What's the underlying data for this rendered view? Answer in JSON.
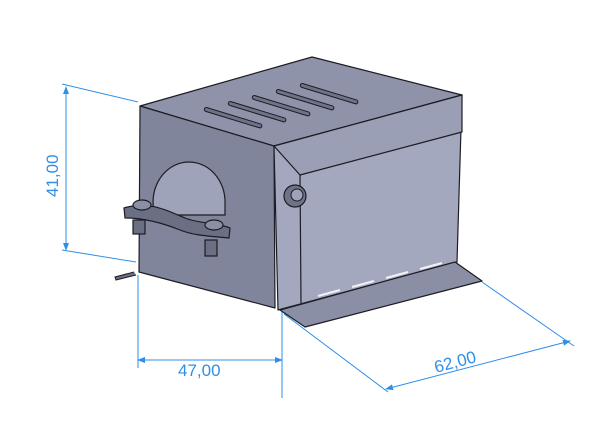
{
  "drawing": {
    "dimensions": {
      "height": "41,00",
      "width": "47,00",
      "depth": "62,00"
    },
    "colors": {
      "dimension": "#2f8fe8",
      "body_light": "#a4a9c0",
      "body_dark": "#7c8096",
      "outline": "#1c1c24"
    }
  }
}
